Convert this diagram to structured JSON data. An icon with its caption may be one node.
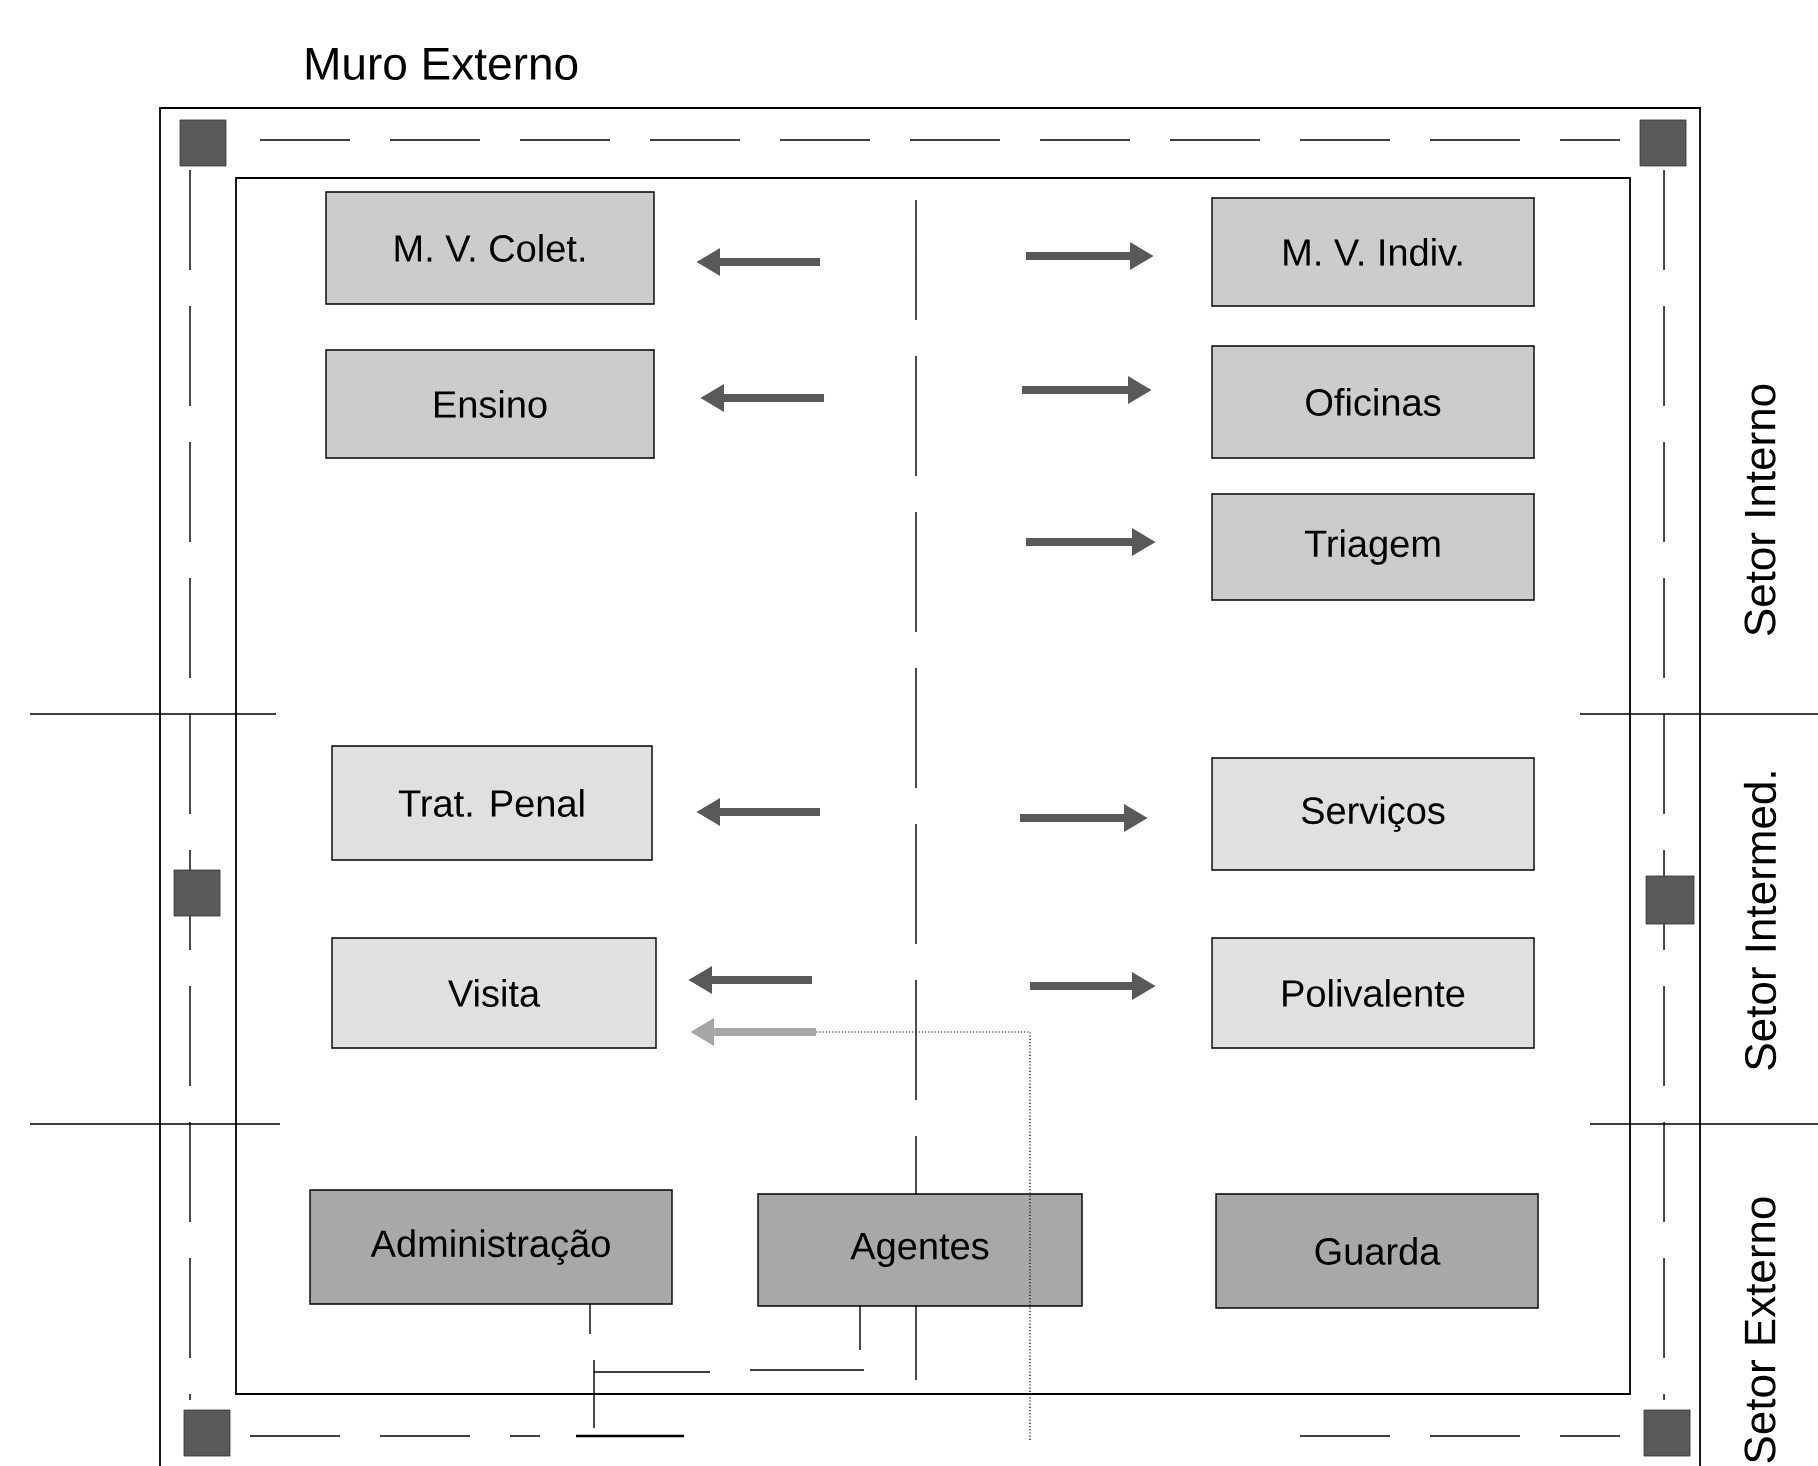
{
  "diagram": {
    "nodes": [
      {
        "text": [
          "M. V. Colet."
        ]
      },
      {
        "text": [
          "M. V. Indiv."
        ]
      },
      {
        "text": [
          "Ensino"
        ]
      },
      {
        "text": [
          "Oficinas"
        ]
      },
      {
        "text": [
          "Triagem"
        ]
      },
      {
        "text": [
          "Trat. Penal"
        ]
      },
      {
        "text": [
          "Serviços"
        ]
      },
      {
        "text": [
          "Visita"
        ]
      },
      {
        "text": [
          "Polivalente"
        ]
      },
      {
        "text": [
          "Administração"
        ]
      },
      {
        "text": [
          "Agentes"
        ]
      },
      {
        "text": [
          "Guarda"
        ]
      }
    ],
    "labels": [
      "Muro Externo",
      "Setor Interno",
      "Setor Intermed.",
      "Setor Externo"
    ]
  }
}
